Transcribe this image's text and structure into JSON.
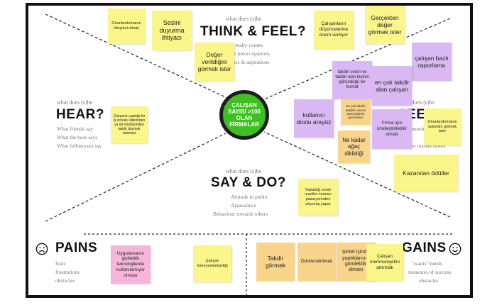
{
  "center": {
    "text": "ÇALIŞAN SAYISI >100 OLAN FİRMALAR"
  },
  "quadrants": {
    "think": {
      "small": "what does (s)he",
      "title": "THINK & FEEL?",
      "lines": [
        "what really counts",
        "major preoccupations",
        "worries & aspirations"
      ]
    },
    "hear": {
      "small": "what does (s)he",
      "title": "HEAR?",
      "lines": [
        "What friends say",
        "What the boss says",
        "What influencers say"
      ]
    },
    "see": {
      "small": "what does (s)he",
      "title": "SEE?",
      "lines": [
        "environment",
        "friends",
        "what the market offers"
      ]
    },
    "say": {
      "small": "what does (s)he",
      "title": "SAY & DO?",
      "lines": [
        "Attitude in public",
        "Appearance",
        "Behaviour towards others"
      ]
    },
    "pains": {
      "title": "PAINS",
      "lines": [
        "fears",
        "frustrations",
        "obstacles"
      ]
    },
    "gains": {
      "title": "GAINS",
      "lines": [
        "\"wants\"/needs",
        "measures of success",
        "obstacles"
      ]
    }
  },
  "colors": {
    "yellow": "#fbf68a",
    "purple": "#d9b8f3",
    "orange": "#f9d58c",
    "pink": "#f6b6dc",
    "center": "#3cc11f"
  },
  "notes": {
    "n1": "Onurlandırmanın hikayesi olmalı",
    "n2": "Sesini duyurma ihtiyacı",
    "n3": "Değer verildiğini görmek ister",
    "n4": "Çalışanların düşüncelerine önem veriliyor",
    "n5": "Gerçekten değer görmek ister",
    "n6": "çalışan bazlı raporlama",
    "n7": "takdiri veren ve takdiri alan kişinin göründüğü bir format",
    "n8": "en çok takdir alan çalışan",
    "n9": "En çok takdiri tepkiler veren/ alan kişilerin görünmesi",
    "n10": "kullanıcı dostu arayüz",
    "n11": "Firma için özelleştirilebilir olmalı",
    "n12": "Onurlandırmanın sebebini görmek ister",
    "n13": "Ne kadar ağaç dikildiği",
    "n14": "Kazanılan ödüller",
    "n15": "Çalışanın yaptığı bir iş sonrası liderinden ya da müdüründen takdir duymak istemesi",
    "n16": "Topladığı sınırlı rozetler sonrası pazaryerinden alışveriş yapar",
    "n17": "Uygulamanın giyilebilir teknolojilerde kullanılamıyor olması",
    "n18": "Çalışan memnuniyetsizliği",
    "n19": "Takdir görmek",
    "n20": "Ödüllendirilmek",
    "n21": "Şirket içinde yaptıklarının görülebilir olması",
    "n22": "Çalışan memnuniyetini artırmak"
  }
}
